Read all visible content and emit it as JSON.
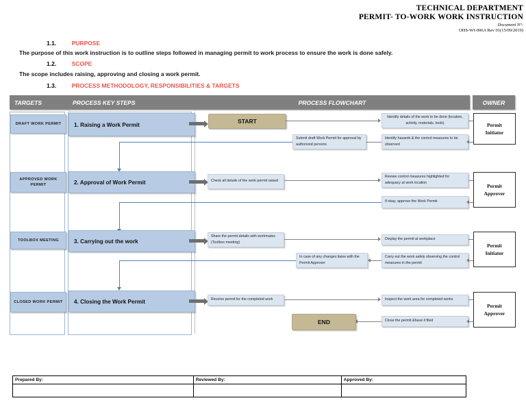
{
  "header": {
    "department": "TECHNICAL DEPARTMENT",
    "title": "PERMIT- TO-WORK WORK INSTRUCTION",
    "doc_no_label": "Document N°:",
    "doc_no": "OHS-WI-006A Rev 01(15/09/2019)"
  },
  "clauses": [
    {
      "number": "1.1.",
      "heading": "PURPOSE",
      "body": "The purpose of this work instruction is to outline steps followed in managing permit to work process to ensure the work is done safely."
    },
    {
      "number": "1.2.",
      "heading": "SCOPE",
      "body": "The scope includes raising, approving and closing a work permit."
    },
    {
      "number": "1.3.",
      "heading": "PROCESS METHODOLOGY, RESPONSIBILITIES & TARGETS",
      "body": ""
    }
  ],
  "table": {
    "columns": [
      {
        "label": "TARGETS"
      },
      {
        "label": "PROCESS KEY STEPS"
      },
      {
        "label": "PROCESS FLOWCHART"
      },
      {
        "label": "OWNER"
      }
    ],
    "rows": [
      {
        "target": "DRAFT WORK PERMIT",
        "step": "1. Raising a Work Permit",
        "owner": "Permit\nInitiator",
        "owner_line1": "Permit",
        "owner_line2": "Initiator",
        "terminator": "START",
        "boxes": [
          "Identify details of the work to be done (location, activity, materials, tools)",
          "Identify hazards & the control measures to be observed",
          "Submit draft Work Permit for approval by authorized persons"
        ]
      },
      {
        "target": "APPROVED WORK PERMIT",
        "step": "2. Approval of Work Permit",
        "owner_line1": "Permit",
        "owner_line2": "Approver",
        "terminator": "",
        "boxes": [
          "Check all details of the work permit raised",
          "Review control measures highlighted for adequacy at work location",
          "If okay, approve the Work Permit"
        ]
      },
      {
        "target": "TOOLBOX MEETING",
        "step": "3. Carrying out the work",
        "owner_line1": "Permit",
        "owner_line2": "Initiator",
        "terminator": "",
        "boxes": [
          "Share the permit details with workmates (Toolbox meeting)",
          "Display the permit at workplace",
          "Carry out the work safely observing the control measures in the permit",
          "In case of any changes liaise with the Permit Approver"
        ]
      },
      {
        "target": "CLOSED WORK PERMIT",
        "step": "4. Closing the Work Permit",
        "owner_line1": "Permit",
        "owner_line2": "Approver",
        "terminator": "END",
        "boxes": [
          "Receive permit for the completed work",
          "Inspect the work area for completed works",
          "Close the permit &have it filed"
        ]
      }
    ]
  },
  "signoff": {
    "prepared_by": "Prepared By:",
    "reviewed_by": "Reviewed By:",
    "approved_by": "Approved By:",
    "prepared_value": "",
    "reviewed_value": "",
    "approved_value": ""
  },
  "colors": {
    "accent_heading": "#e8554d",
    "col_header_bg": "#808080",
    "step_bg": "#b7cce4",
    "flow_box_bg": "#dce6f1",
    "terminator_bg": "#c5b995",
    "connector": "#808080",
    "blue_connector": "#4f81bd"
  }
}
